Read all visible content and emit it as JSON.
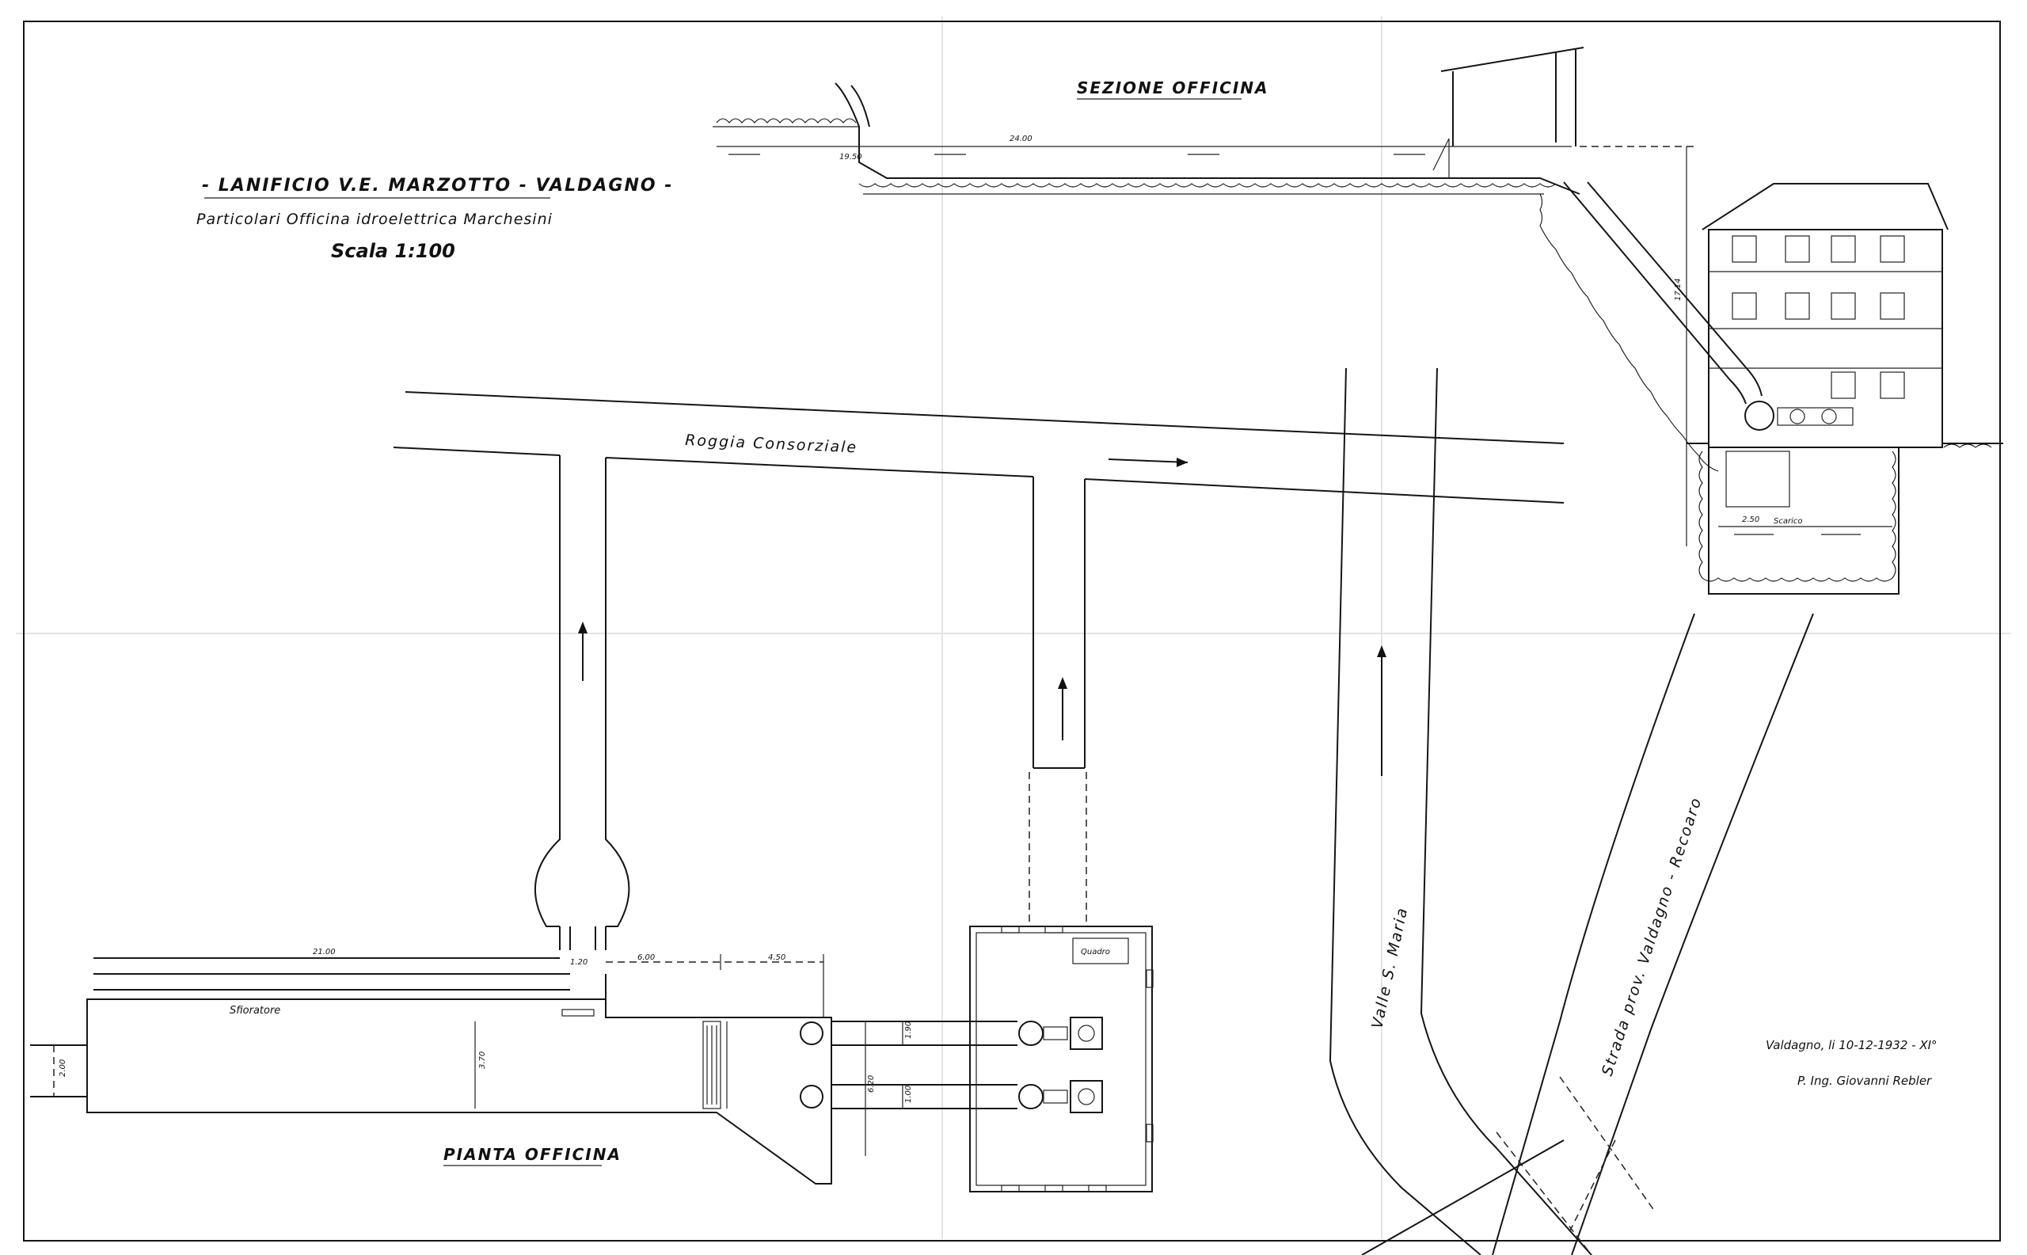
{
  "drawing": {
    "title": "- LANIFICIO V.E. MARZOTTO - VALDAGNO -",
    "subtitle": "Particolari Officina idroelettrica Marchesini",
    "scale": "Scala 1:100"
  },
  "section": {
    "heading": "SEZIONE OFFICINA",
    "level_upper": "24.00",
    "level_lower": "19.50",
    "height_dim": "17.14",
    "tailrace_level": "2.50",
    "tailrace_label": "Scarico"
  },
  "plan": {
    "heading": "PIANTA OFFICINA",
    "canal_label": "Roggia Consorziale",
    "valley_label": "Valle S. Maria",
    "road_label": "Strada prov. Valdagno - Recoaro",
    "spillway_label": "Sfioratore",
    "panel_label": "Quadro",
    "dims": {
      "canal_length": "21.00",
      "inlet_width": "1.20",
      "segment_a": "6.00",
      "segment_b": "4.50",
      "channel_width": "3.70",
      "left_width": "2.00",
      "house_depth": "6.20",
      "pipe_a": "1.90",
      "pipe_b": "1.00"
    }
  },
  "signature": {
    "place_date": "Valdagno, li 10-12-1932 - XI°",
    "author": "P. Ing. Giovanni Rebler"
  }
}
